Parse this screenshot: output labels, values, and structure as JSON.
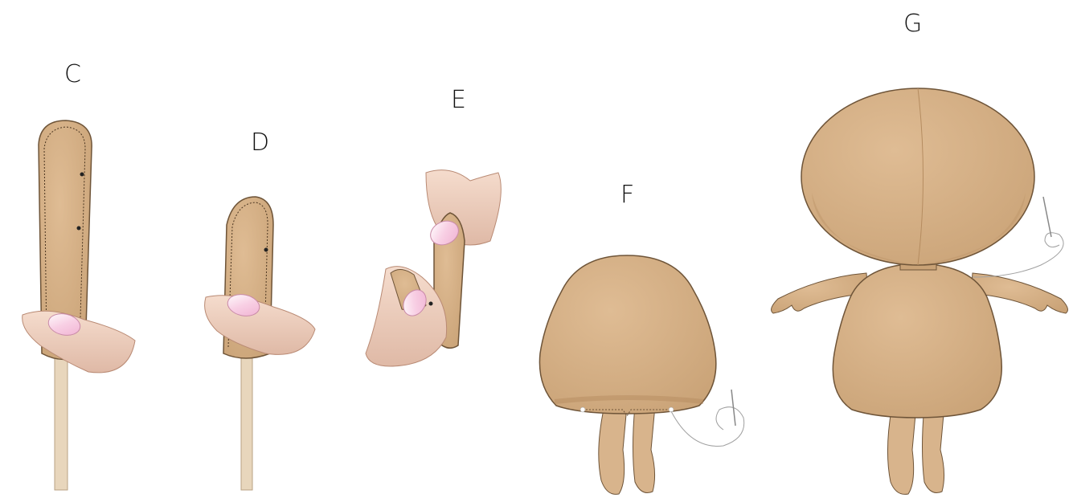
{
  "steps": [
    {
      "label": "C"
    },
    {
      "label": "D"
    },
    {
      "label": "E"
    },
    {
      "label": "F"
    },
    {
      "label": "G"
    }
  ],
  "colors": {
    "felt": "#d8b48c",
    "felt_shadow": "#c29a6e",
    "outline": "#6e5438",
    "skin": "#f0d4c4",
    "skin_shadow": "#dcb8a6",
    "nail": "#f6c6de",
    "stick": "#e8d6bc",
    "thread": "#9a9a9a",
    "background": "#ffffff"
  }
}
